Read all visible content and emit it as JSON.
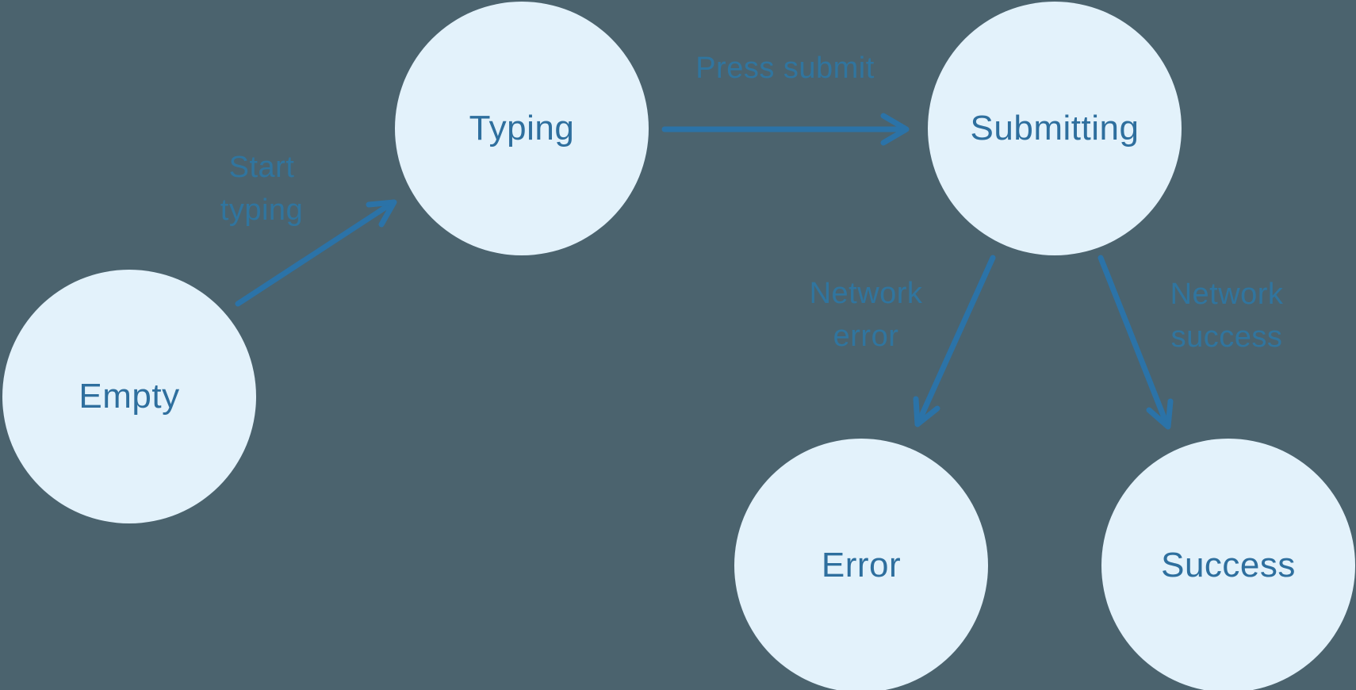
{
  "diagram": {
    "type": "state-machine",
    "states": [
      {
        "id": "empty",
        "label": "Empty"
      },
      {
        "id": "typing",
        "label": "Typing"
      },
      {
        "id": "submitting",
        "label": "Submitting"
      },
      {
        "id": "error",
        "label": "Error"
      },
      {
        "id": "success",
        "label": "Success"
      }
    ],
    "transitions": [
      {
        "from": "Empty",
        "to": "Typing",
        "label": "Start typing"
      },
      {
        "from": "Typing",
        "to": "Submitting",
        "label": "Press submit"
      },
      {
        "from": "Submitting",
        "to": "Error",
        "label": "Network error"
      },
      {
        "from": "Submitting",
        "to": "Success",
        "label": "Network success"
      }
    ],
    "colors": {
      "background": "#4B636E",
      "state_fill": "#E3F2FB",
      "state_text": "#2E6F9E",
      "transition_label": "#30759F",
      "arrow": "#2B73A8"
    }
  }
}
